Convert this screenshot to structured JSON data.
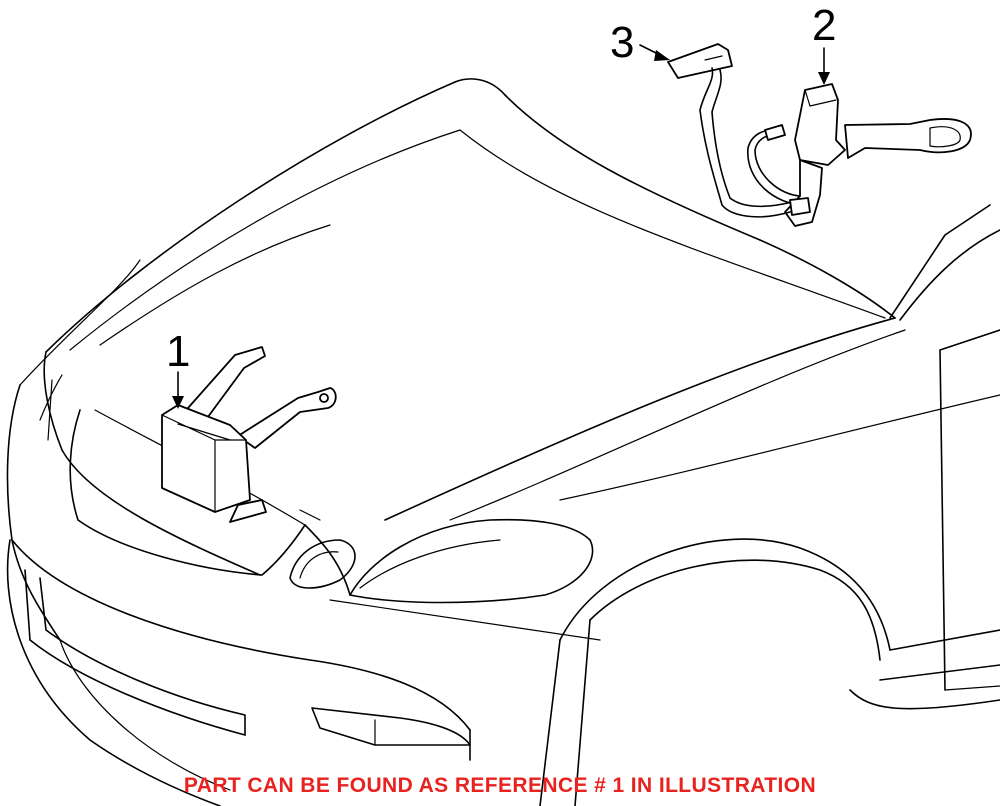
{
  "callouts": [
    {
      "id": "1",
      "label": "1"
    },
    {
      "id": "2",
      "label": "2"
    },
    {
      "id": "3",
      "label": "3"
    }
  ],
  "caption": {
    "text": "PART CAN BE FOUND AS REFERENCE # 1 IN ILLUSTRATION",
    "color": "#e8231f"
  }
}
